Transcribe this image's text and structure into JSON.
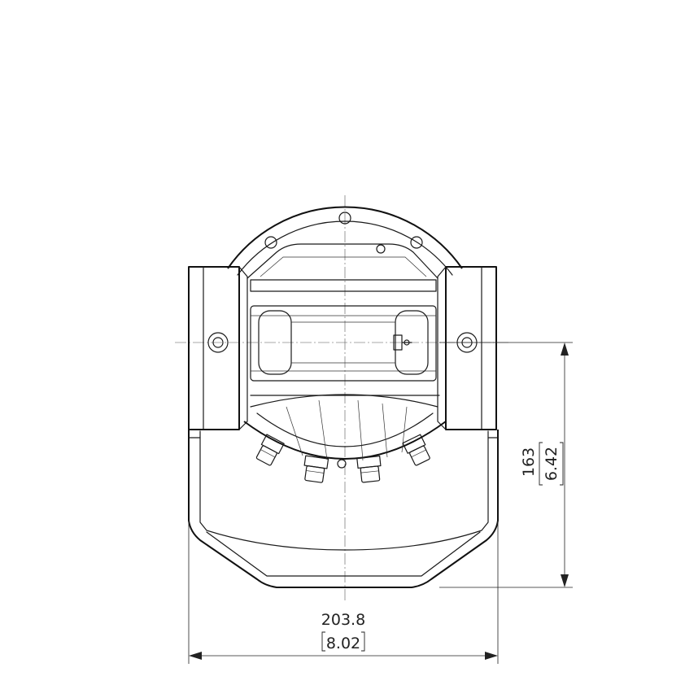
{
  "dimensions": {
    "width": {
      "primary": "203.8",
      "secondary": "8.02"
    },
    "height": {
      "primary": "163",
      "secondary": "6.42"
    }
  },
  "line_color": "#1a1a1a"
}
